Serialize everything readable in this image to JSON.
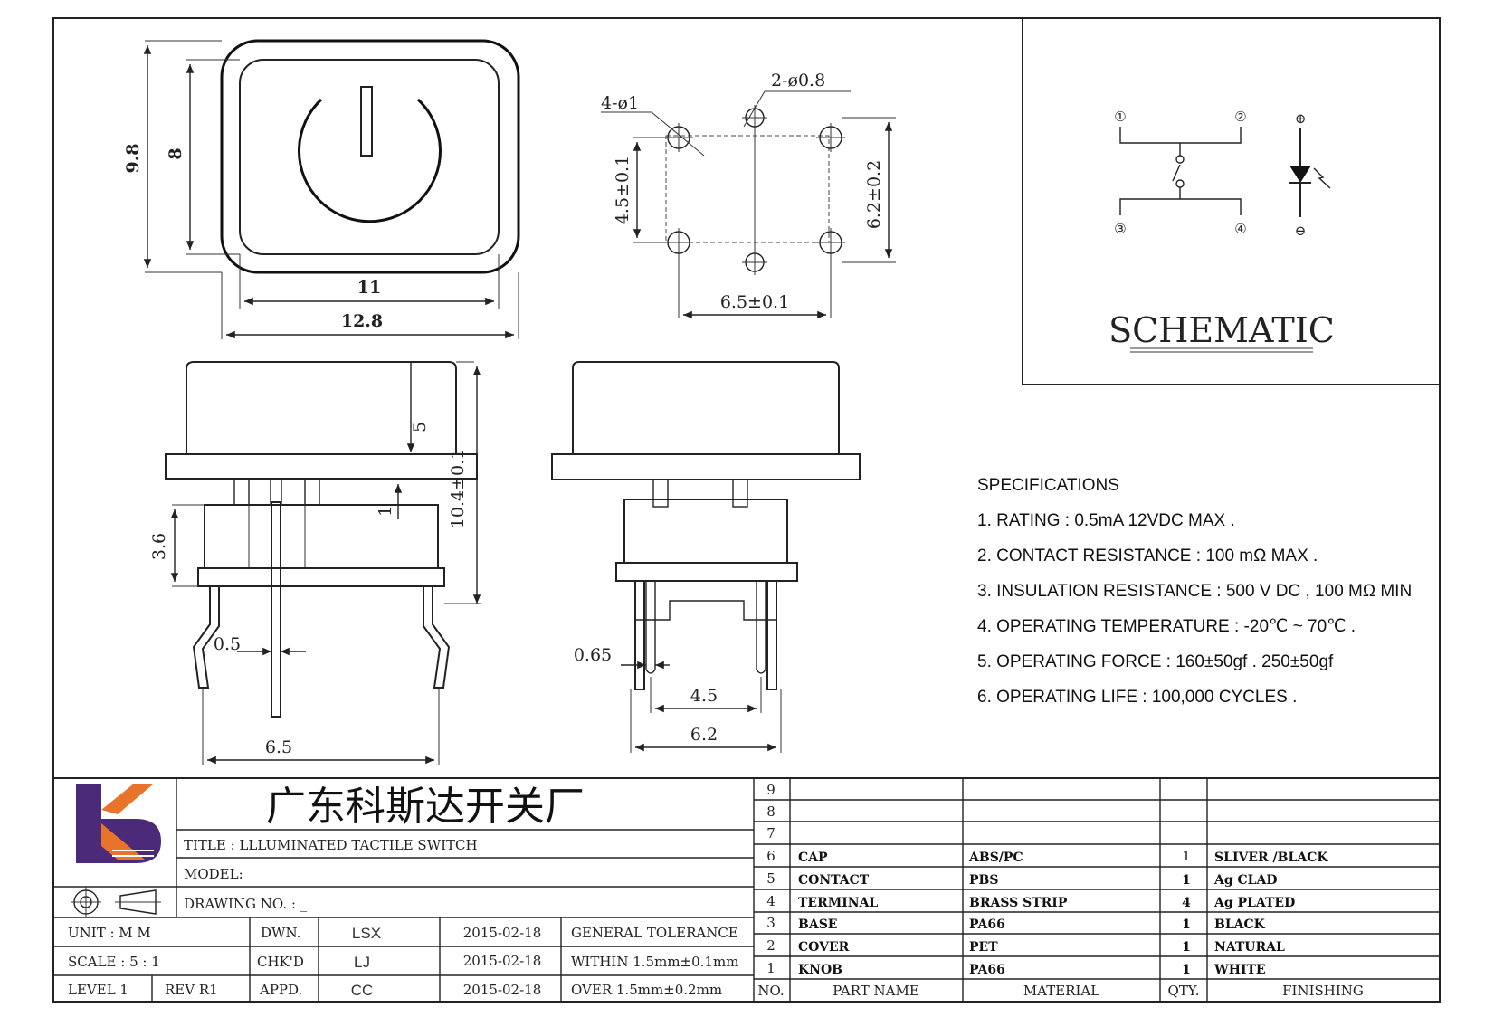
{
  "top_view": {
    "dim_height_outer": "9.8",
    "dim_height_inner": "8",
    "dim_width_inner": "11",
    "dim_width_outer": "12.8"
  },
  "footprint": {
    "label_holes_large": "4-ø1",
    "label_holes_small": "2-ø0.8",
    "dim_vertical_left": "4.5±0.1",
    "dim_vertical_right": "6.2±0.2",
    "dim_horizontal": "6.5±0.1"
  },
  "side_view": {
    "dim_cap": "5",
    "dim_total": "10.4±0.1",
    "dim_flange": "1",
    "dim_body": "3.6",
    "dim_pin": "0.5",
    "dim_pitch": "6.5"
  },
  "front_view": {
    "dim_pin": "0.65",
    "dim_inner": "4.5",
    "dim_outer": "6.2"
  },
  "schematic": {
    "title": "SCHEMATIC",
    "pins": [
      "①",
      "②",
      "③",
      "④",
      "⊕",
      "⊖"
    ]
  },
  "specifications": {
    "heading": "SPECIFICATIONS",
    "items": [
      "1. RATING : 0.5mA 12VDC MAX .",
      "2. CONTACT RESISTANCE : 100 mΩ MAX .",
      "3. INSULATION RESISTANCE : 500 V DC , 100 MΩ MIN",
      "4. OPERATING TEMPERATURE : -20℃ ~ 70℃ .",
      "5. OPERATING FORCE : 160±50gf . 250±50gf",
      "6. OPERATING LIFE : 100,000 CYCLES ."
    ]
  },
  "title_block": {
    "company": "广东科斯达开关厂",
    "title": "TITLE :  LLLUMINATED TACTILE SWITCH",
    "model": "MODEL:",
    "drawing_no": "DRAWING NO. : _",
    "unit_label": "UNIT   :   M M",
    "scale_label": "SCALE  :  5 : 1",
    "level_label": "LEVEL 1",
    "rev_label": "REV  R1",
    "dwn_label": "DWN.",
    "chkd_label": "CHK'D",
    "appd_label": "APPD.",
    "dwn_name": "LSX",
    "chkd_name": "LJ",
    "appd_name": "CC",
    "dwn_date": "2015-02-18",
    "chkd_date": "2015-02-18",
    "appd_date": "2015-02-18",
    "tol_heading": "GENERAL TOLERANCE",
    "tol_within": "WITHIN 1.5mm±0.1mm",
    "tol_over": "OVER   1.5mm±0.2mm"
  },
  "bom": {
    "headers": {
      "no": "NO.",
      "part": "PART  NAME",
      "material": "MATERIAL",
      "qty": "QTY.",
      "finishing": "FINISHING"
    },
    "rows": [
      {
        "no": "9",
        "part": "",
        "material": "",
        "qty": "",
        "finishing": ""
      },
      {
        "no": "8",
        "part": "",
        "material": "",
        "qty": "",
        "finishing": ""
      },
      {
        "no": "7",
        "part": "",
        "material": "",
        "qty": "",
        "finishing": ""
      },
      {
        "no": "6",
        "part": "CAP",
        "material": "ABS/PC",
        "qty": "1",
        "finishing": "SLIVER /BLACK"
      },
      {
        "no": "5",
        "part": "CONTACT",
        "material": "PBS",
        "qty": "1",
        "finishing": "Ag CLAD"
      },
      {
        "no": "4",
        "part": "TERMINAL",
        "material": "BRASS STRIP",
        "qty": "4",
        "finishing": "Ag PLATED"
      },
      {
        "no": "3",
        "part": "BASE",
        "material": "PA66",
        "qty": "1",
        "finishing": "BLACK"
      },
      {
        "no": "2",
        "part": "COVER",
        "material": "PET",
        "qty": "1",
        "finishing": "NATURAL"
      },
      {
        "no": "1",
        "part": "KNOB",
        "material": "PA66",
        "qty": "1",
        "finishing": "WHITE"
      }
    ]
  }
}
